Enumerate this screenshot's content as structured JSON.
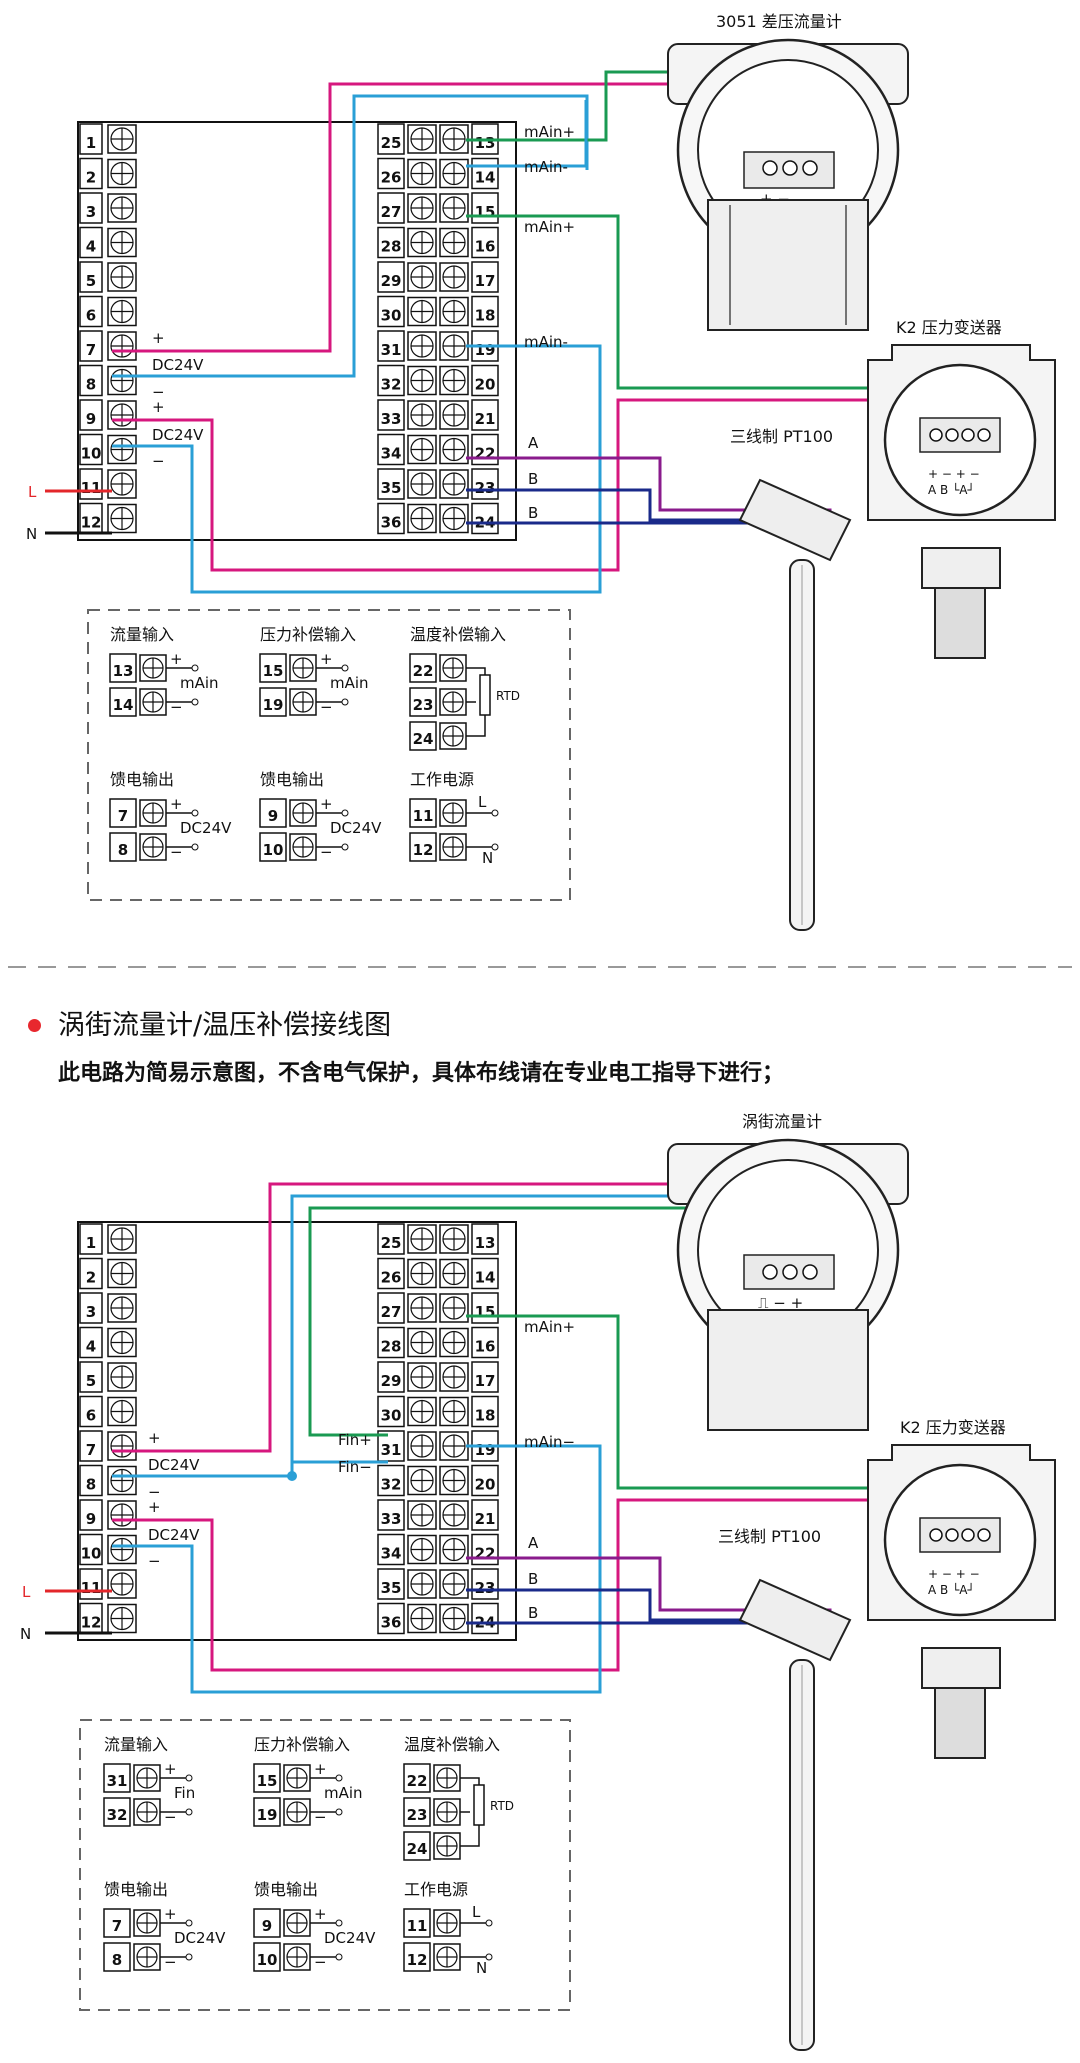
{
  "colors": {
    "pink": "#d6177e",
    "blue": "#2a9fd6",
    "green": "#1a9a52",
    "purple": "#8a1b8c",
    "navy": "#1a2a8a",
    "red": "#e3262a",
    "black": "#111111"
  },
  "diagram1": {
    "flowmeter_title": "3051 差压流量计",
    "k2_title": "K2 压力变送器",
    "pt100_title": "三线制 PT100",
    "left_terminals": [
      "1",
      "2",
      "3",
      "4",
      "5",
      "6",
      "7",
      "8",
      "9",
      "10",
      "11",
      "12"
    ],
    "mid_terminals": [
      "25",
      "26",
      "27",
      "28",
      "29",
      "30",
      "31",
      "32",
      "33",
      "34",
      "35",
      "36"
    ],
    "right_terminals": [
      "13",
      "14",
      "15",
      "16",
      "17",
      "18",
      "19",
      "20",
      "21",
      "22",
      "23",
      "24"
    ],
    "label_mAin_plus_1": "mAin+",
    "label_mAin_minus_1": "mAin-",
    "label_mAin_plus_2": "mAin+",
    "label_mAin_minus_2": "mAin-",
    "label_A": "A",
    "label_B1": "B",
    "label_B2": "B",
    "label_plus_7": "+",
    "label_dc24_7": "DC24V",
    "label_minus_8": "−",
    "label_plus_9": "+",
    "label_dc24_9": "DC24V",
    "label_minus_10": "−",
    "label_L": "L",
    "label_N": "N",
    "flow_terminal_signs": "+ −",
    "k2_signs": "+ − + −",
    "k2_letters": "A B └A┘",
    "legend": {
      "flow_in": "流量输入",
      "flow_in_a": "13",
      "flow_in_b": "14",
      "flow_in_unit": "mAin",
      "press_in": "压力补偿输入",
      "press_in_a": "15",
      "press_in_b": "19",
      "press_in_unit": "mAin",
      "temp_in": "温度补偿输入",
      "temp_a": "22",
      "temp_b": "23",
      "temp_c": "24",
      "rtd": "RTD",
      "feed1": "馈电输出",
      "feed1_a": "7",
      "feed1_b": "8",
      "feed1_unit": "DC24V",
      "feed2": "馈电输出",
      "feed2_a": "9",
      "feed2_b": "10",
      "feed2_unit": "DC24V",
      "power": "工作电源",
      "power_a": "11",
      "power_b": "12",
      "power_L": "L",
      "power_N": "N",
      "plus": "+",
      "minus": "−"
    }
  },
  "section2": {
    "title": "涡街流量计/温压补偿接线图",
    "note": "此电路为简易示意图，不含电气保护，具体布线请在专业电工指导下进行；"
  },
  "diagram2": {
    "flowmeter_title": "涡街流量计",
    "k2_title": "K2 压力变送器",
    "pt100_title": "三线制 PT100",
    "label_fin_plus": "Fin+",
    "label_fin_minus": "Fin−",
    "label_mAin_plus": "mAin+",
    "label_mAin_minus": "mAin−",
    "label_A": "A",
    "label_B1": "B",
    "label_B2": "B",
    "label_plus_7": "+",
    "label_dc24_7": "DC24V",
    "label_minus_8": "−",
    "label_plus_9": "+",
    "label_dc24_9": "DC24V",
    "label_minus_10": "−",
    "label_L": "L",
    "label_N": "N",
    "flow_terminal_signs": "⎍ − +",
    "k2_signs": "+ − + −",
    "k2_letters": "A B └A┘",
    "legend": {
      "flow_in": "流量输入",
      "flow_in_a": "31",
      "flow_in_b": "32",
      "flow_in_unit": "Fin",
      "press_in": "压力补偿输入",
      "press_in_a": "15",
      "press_in_b": "19",
      "press_in_unit": "mAin",
      "temp_in": "温度补偿输入",
      "temp_a": "22",
      "temp_b": "23",
      "temp_c": "24",
      "rtd": "RTD",
      "feed1": "馈电输出",
      "feed1_a": "7",
      "feed1_b": "8",
      "feed1_unit": "DC24V",
      "feed2": "馈电输出",
      "feed2_a": "9",
      "feed2_b": "10",
      "feed2_unit": "DC24V",
      "power": "工作电源",
      "power_a": "11",
      "power_b": "12",
      "power_L": "L",
      "power_N": "N",
      "plus": "+",
      "minus": "−"
    }
  }
}
